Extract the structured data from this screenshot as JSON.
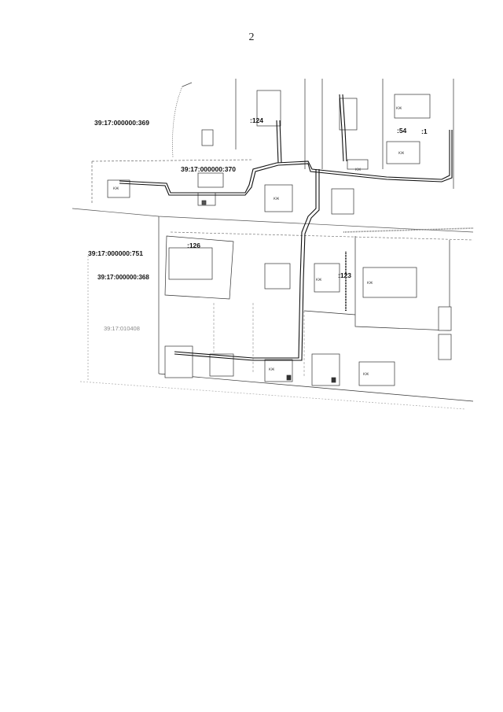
{
  "page_number": "2",
  "parcels": {
    "p369": "39:17:000000:369",
    "p370": "39:17:000000:370",
    "p751": "39:17:000000:751",
    "p368": "39:17:000000:368",
    "p_faint": "39:17:010408",
    "p124": ":124",
    "p54": ":54",
    "p1": ":1",
    "p126": ":126",
    "p123": ":123"
  },
  "building_code": "КЖ"
}
